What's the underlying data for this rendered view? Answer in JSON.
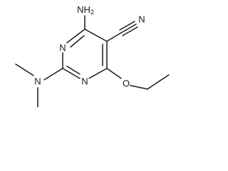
{
  "molecule": {
    "atoms": {
      "amino": "NH2",
      "ring_n_upper": "N",
      "ring_n_lower": "N",
      "nitrile_n": "N",
      "dimethylamino_n": "N",
      "ether_o": "O"
    }
  }
}
